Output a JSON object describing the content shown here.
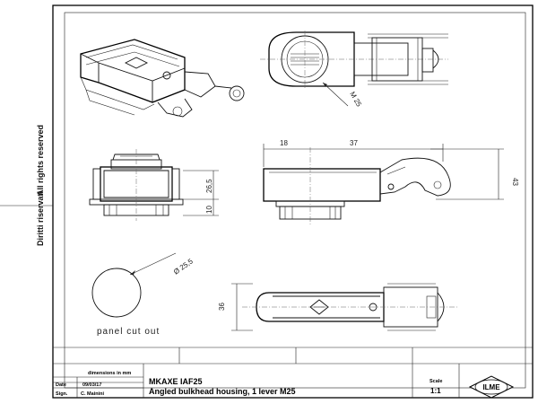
{
  "side_note": {
    "line1": "Diritti riservati",
    "line2": "All rights reserved"
  },
  "dimensions": {
    "thread": "M 25",
    "d18": "18",
    "d37": "37",
    "d43": "43",
    "d26_5": "26,5",
    "d10": "10",
    "diameter": "Ø 25,5",
    "d36": "36"
  },
  "labels": {
    "panel_cut_out": "panel cut out"
  },
  "title_block": {
    "dimensions_note": "dimensions in mm",
    "date_label": "Date",
    "date_value": "09/03/17",
    "sign_label": "Sign.",
    "sign_value": "C. Mainini",
    "code": "MKAXE IAF25",
    "description": "Angled bulkhead housing, 1 lever M25",
    "scale_label": "Scale",
    "scale_value": "1:1",
    "logo": "ILME"
  }
}
